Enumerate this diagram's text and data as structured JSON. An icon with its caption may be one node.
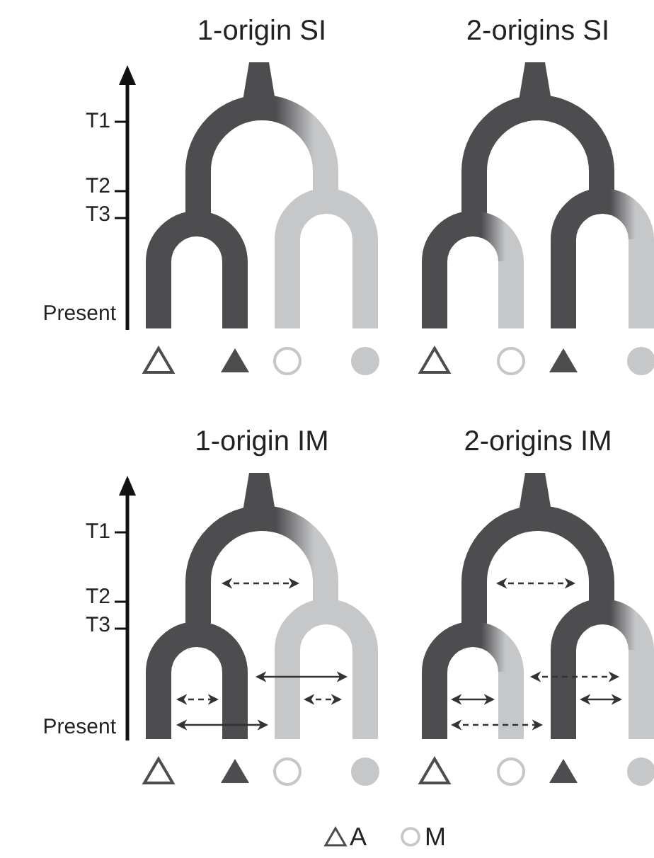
{
  "diagram": {
    "labels": [
      "1-origin SI",
      "2-origins SI",
      "T1",
      "T2",
      "T3",
      "Present",
      "1-origin IM",
      "2-origins IM",
      "T1",
      "T2",
      "T3",
      "Present"
    ],
    "legend": [
      {
        "text": "A"
      },
      {
        "text": "M"
      }
    ]
  }
}
